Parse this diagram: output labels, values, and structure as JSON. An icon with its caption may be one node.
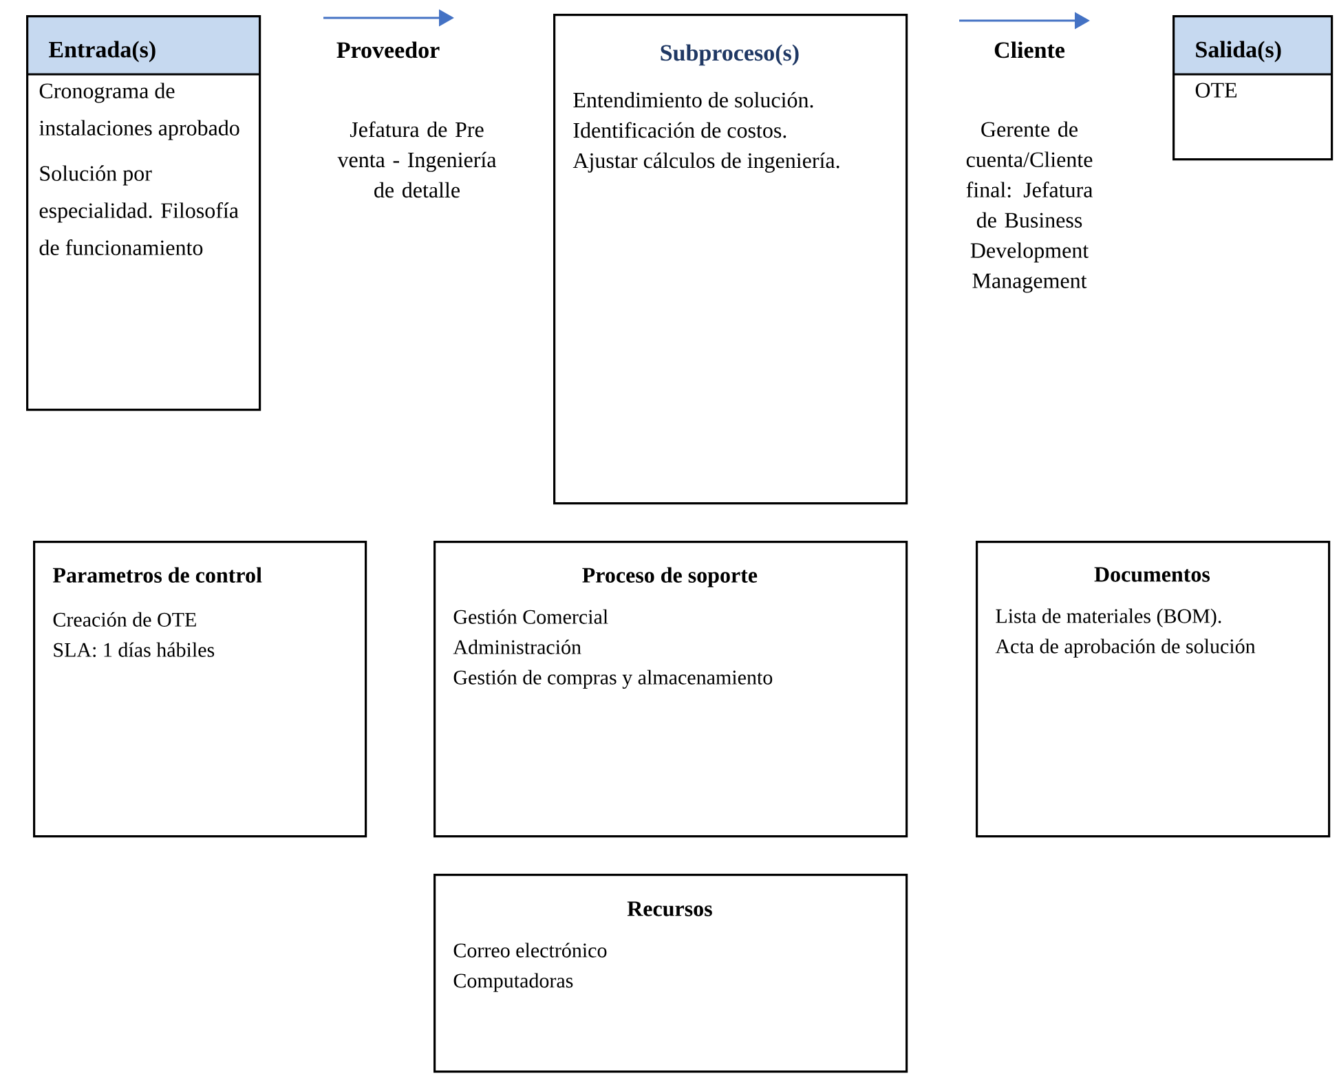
{
  "diagram": {
    "nodes": [
      {
        "text": [
          "Entrada(s)",
          "Cronograma de instalaciones aprobado",
          "Solución por especialidad. Filosofía de funcionamiento"
        ]
      },
      {
        "text": [
          "Subproceso(s)",
          "Entendimiento de solución.",
          "Identificación de costos.",
          "Ajustar cálculos de ingeniería."
        ]
      },
      {
        "text": [
          "Salida(s)",
          "OTE"
        ]
      },
      {
        "text": [
          "Parametros de control",
          "Creación de OTE",
          "SLA: 1 días hábiles"
        ]
      },
      {
        "text": [
          "Proceso de soporte",
          "Gestión Comercial",
          "Administración",
          "Gestión de compras y almacenamiento"
        ]
      },
      {
        "text": [
          "Documentos",
          "Lista de materiales (BOM).",
          "Acta de aprobación de solución"
        ]
      },
      {
        "text": [
          "Recursos",
          "Correo electrónico",
          "Computadoras"
        ]
      }
    ],
    "labels": [
      "Proveedor",
      "Jefatura de Pre venta - Ingeniería de detalle",
      "Cliente",
      "Gerente de cuenta/Cliente final: Jefatura de Business Development Management"
    ]
  }
}
